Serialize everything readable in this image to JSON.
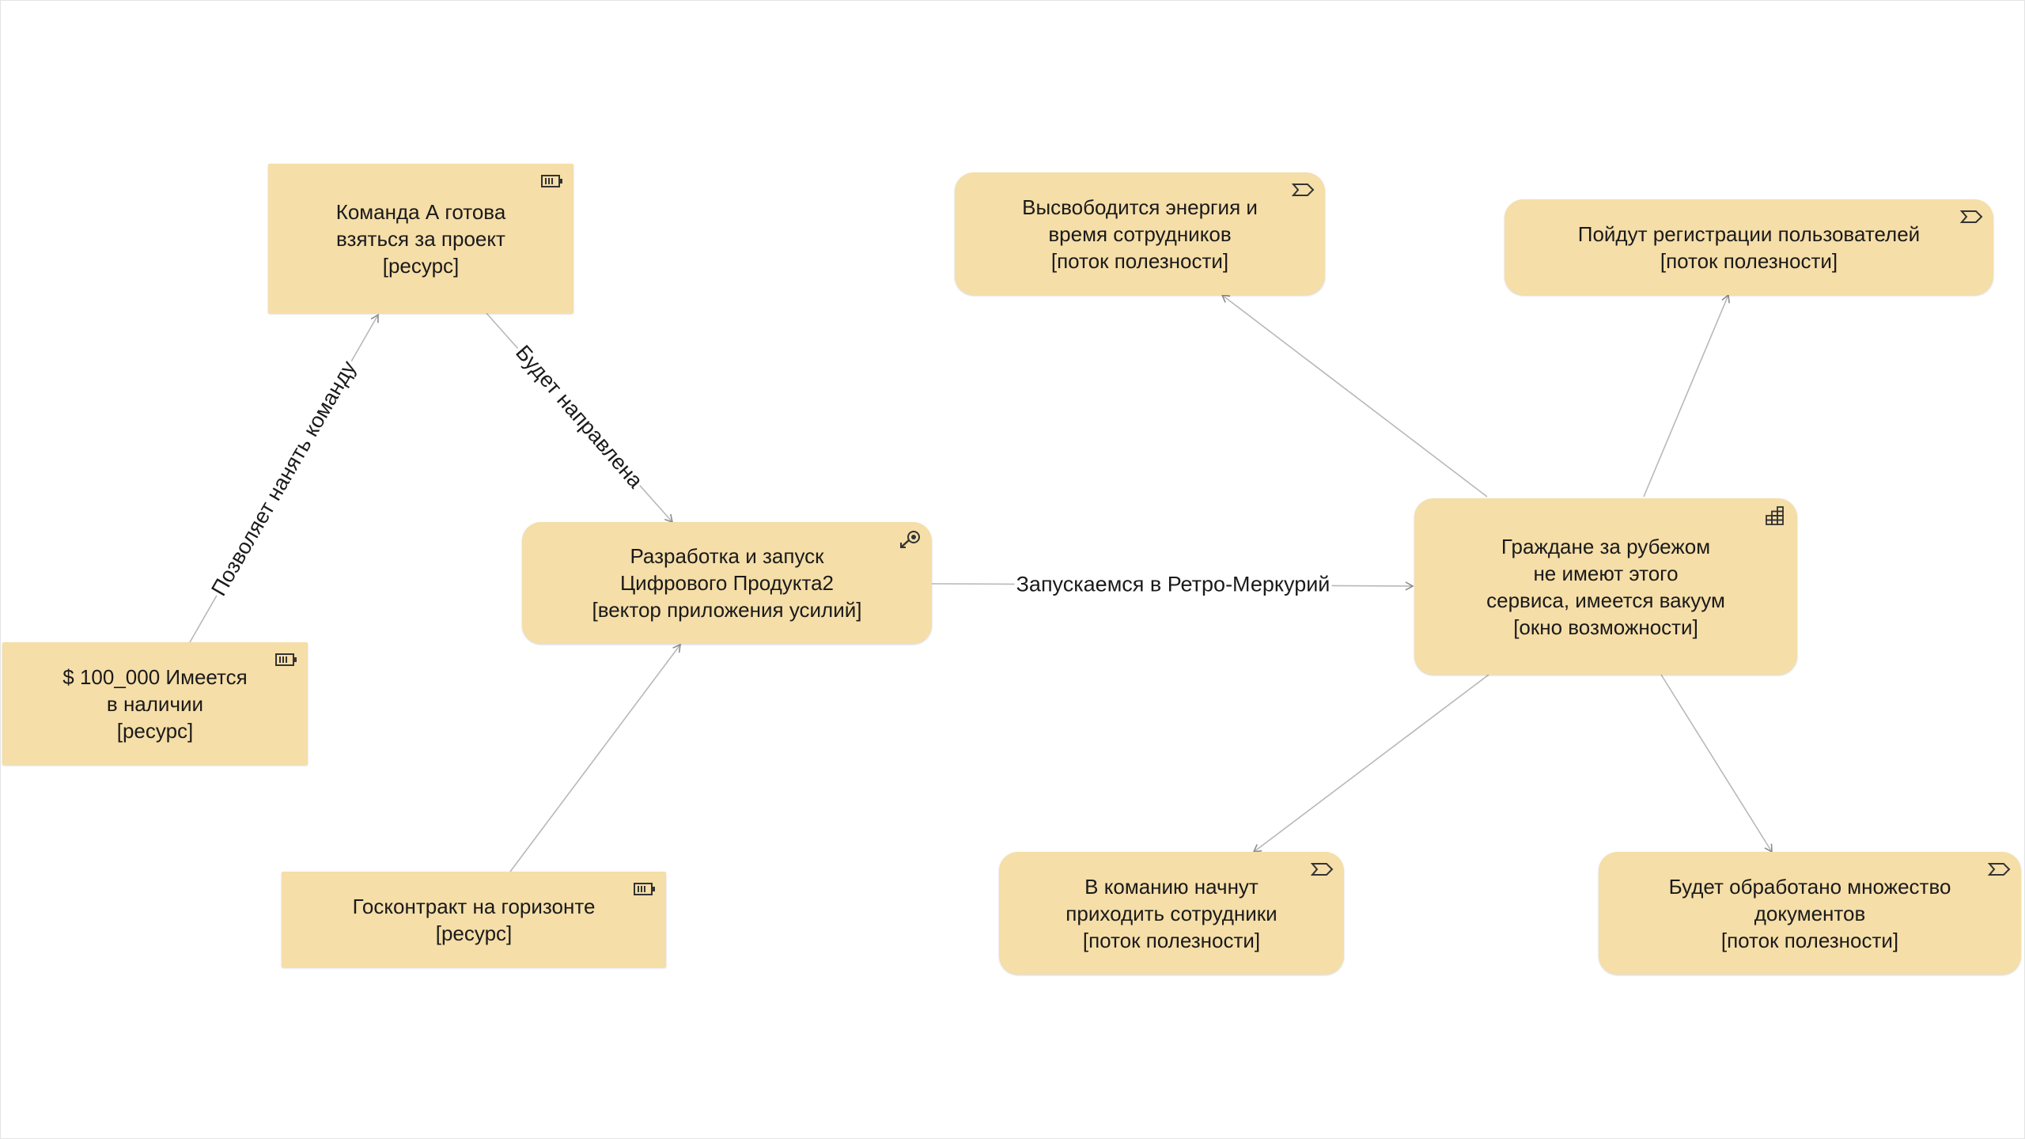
{
  "nodes": {
    "team": {
      "lines": [
        "Команда А готова",
        "взяться за проект",
        "[ресурс]"
      ],
      "icon": "resource-icon"
    },
    "money": {
      "lines": [
        "$ 100_000 Имеется",
        "в наличии",
        "[ресурс]"
      ],
      "icon": "resource-icon"
    },
    "contract": {
      "lines": [
        "Госконтракт на горизонте",
        "[ресурс]"
      ],
      "icon": "resource-icon"
    },
    "product": {
      "lines": [
        "Разработка и запуск",
        "Цифрового Продукта2",
        "[вектор приложения усилий]"
      ],
      "icon": "course-of-action-icon"
    },
    "citizens": {
      "lines": [
        "Граждане за рубежом",
        "не имеют этого",
        "сервиса, имеется вакуум",
        "[окно возможности]"
      ],
      "icon": "capability-icon"
    },
    "energy": {
      "lines": [
        "Высвободится энергия и",
        "время сотрудников",
        "[поток полезности]"
      ],
      "icon": "value-stream-icon"
    },
    "registrations": {
      "lines": [
        "Пойдут регистрации пользователей",
        "[поток полезности]"
      ],
      "icon": "value-stream-icon"
    },
    "employees": {
      "lines": [
        "В команию начнут",
        "приходить сотрудники",
        "[поток полезности]"
      ],
      "icon": "value-stream-icon"
    },
    "documents": {
      "lines": [
        "Будет обработано множество",
        "документов",
        "[поток полезности]"
      ],
      "icon": "value-stream-icon"
    }
  },
  "edge_labels": {
    "money_to_team": "Позволяет нанять команду",
    "team_to_product": "Будет направлена",
    "product_to_citizens": "Запускаемся в Ретро-Меркурий"
  },
  "colors": {
    "node_fill": "#f5dea8",
    "edge": "#b8b8b8",
    "arrowhead": "#8c8c8c"
  }
}
